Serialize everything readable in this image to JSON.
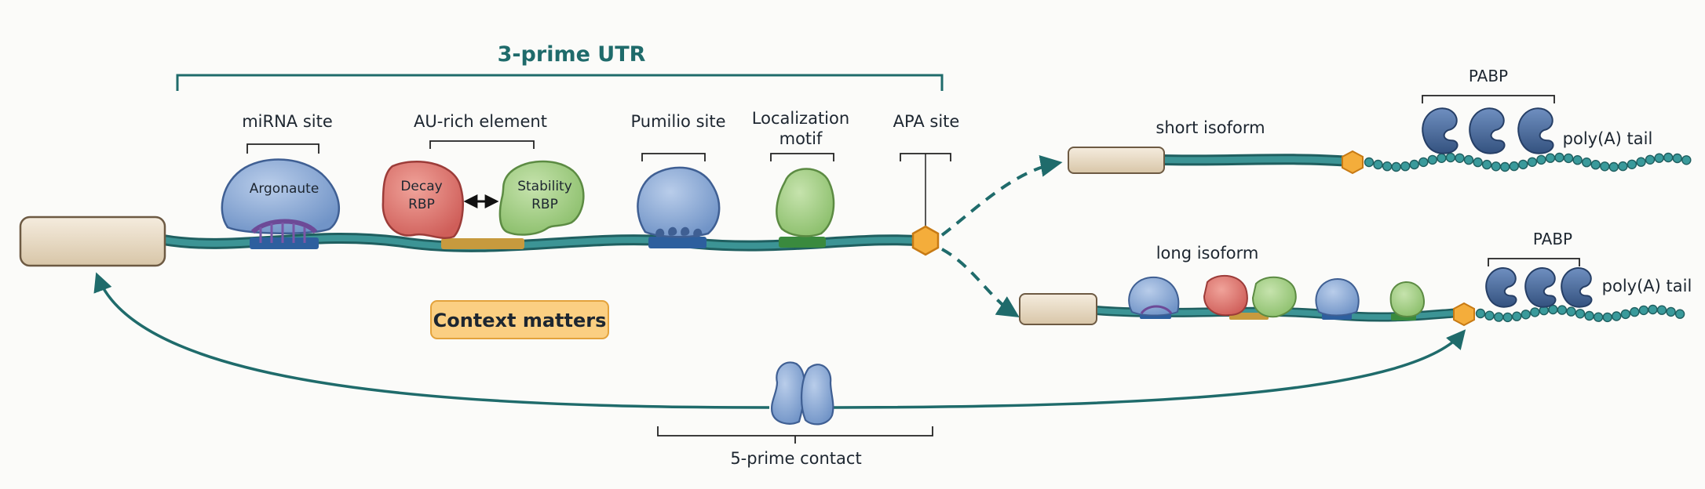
{
  "title": "3-prime UTR",
  "site_labels": {
    "mirna": "miRNA site",
    "au_rich": "AU-rich element",
    "pumilio": "Pumilio site",
    "localization_line1": "Localization",
    "localization_line2": "motif",
    "apa": "APA site"
  },
  "protein_labels": {
    "argonaute": "Argonaute",
    "decay_line1": "Decay",
    "decay_line2": "RBP",
    "stability_line1": "Stability",
    "stability_line2": "RBP"
  },
  "context_box": "Context matters",
  "isoforms": {
    "short": {
      "label": "short isoform",
      "pabp_label": "PABP",
      "tail_label": "poly(A) tail"
    },
    "long": {
      "label": "long isoform",
      "pabp_label": "PABP",
      "tail_label": "poly(A) tail"
    }
  },
  "contact_label": "5-prime contact",
  "colors": {
    "mrna_strand": "#2b7f80",
    "title_teal": "#1f6b6b",
    "cap_fill": "#e9dcc6",
    "argonaute_blue": "#8aa8d4",
    "decay_red": "#d9706a",
    "stability_green": "#9fcc82",
    "pabp_navy": "#3f5f93",
    "apa_orange": "#f4ad3b",
    "context_box": "#fbcf82"
  }
}
